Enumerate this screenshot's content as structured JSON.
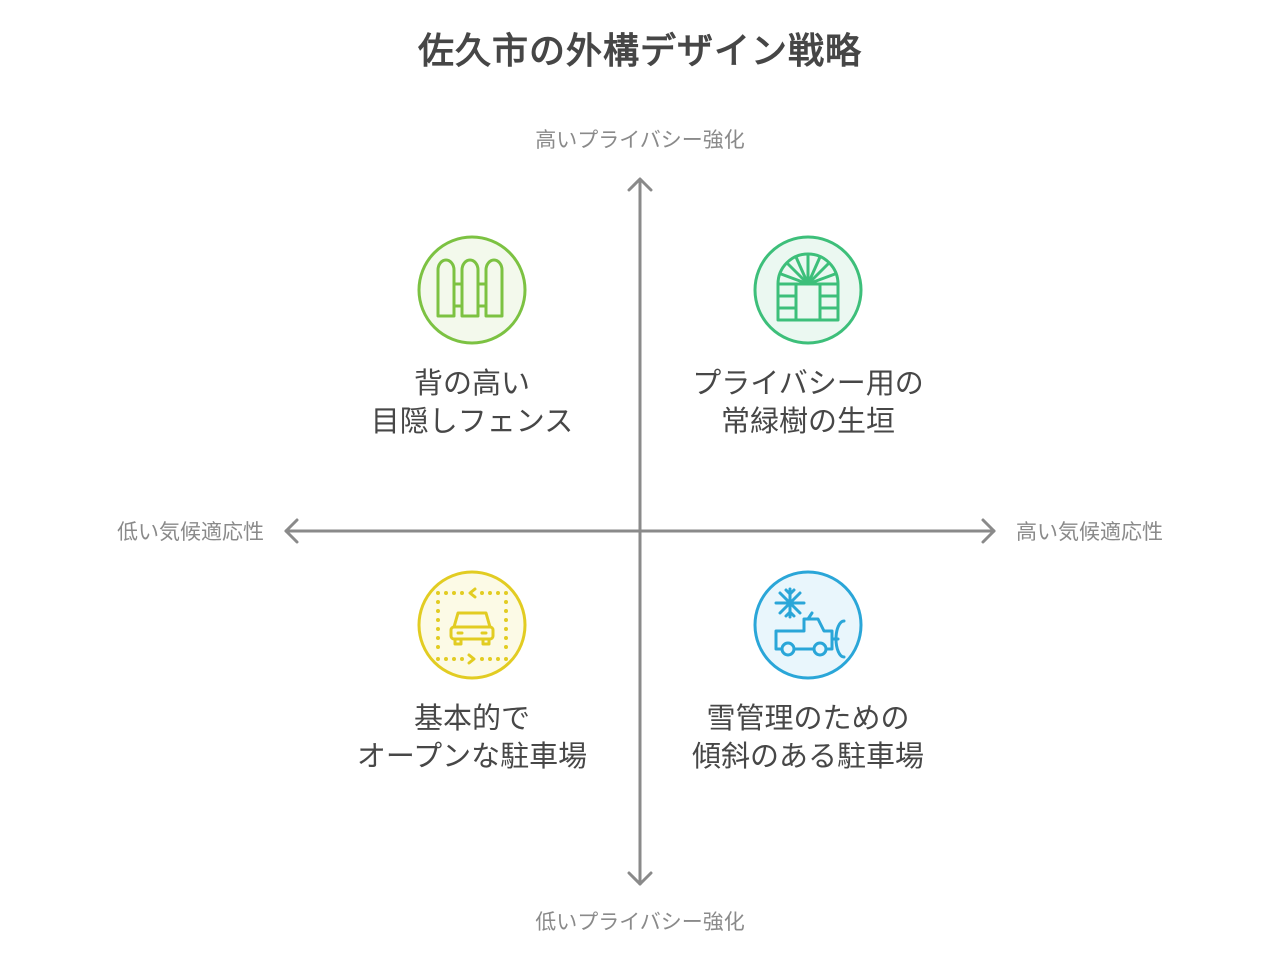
{
  "title": "佐久市の外構デザイン戦略",
  "axes": {
    "y_axis": {
      "top_label": "高いプライバシー強化",
      "bottom_label": "低いプライバシー強化"
    },
    "x_axis": {
      "left_label": "低い気候適応性",
      "right_label": "高い気候適応性"
    }
  },
  "quadrants": [
    {
      "position": "top-left",
      "icon": "fence-icon",
      "color": "#7CC242",
      "fill": "#F3F9EC",
      "lines": [
        "背の高い",
        "目隠しフェンス"
      ]
    },
    {
      "position": "top-right",
      "icon": "arched-hedge-icon",
      "color": "#3DBF7A",
      "fill": "#EBF8F1",
      "lines": [
        "プライバシー用の",
        "常緑樹の生垣"
      ]
    },
    {
      "position": "bottom-left",
      "icon": "open-parking-car-icon",
      "color": "#E2CC22",
      "fill": "#FCFAE6",
      "lines": [
        "基本的で",
        "オープンな駐車場"
      ]
    },
    {
      "position": "bottom-right",
      "icon": "snow-plow-truck-icon",
      "color": "#2AA6D8",
      "fill": "#E9F6FC",
      "lines": [
        "雪管理のための",
        "傾斜のある駐車場"
      ]
    }
  ],
  "colors": {
    "axis": "#8a8a8a",
    "title": "#464646",
    "label": "#474747"
  }
}
